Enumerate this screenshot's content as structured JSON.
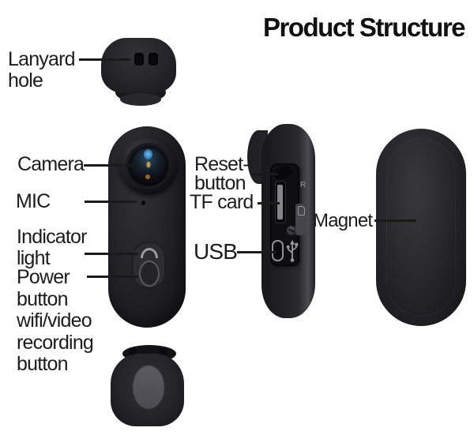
{
  "title": "Product Structure",
  "labels": {
    "lanyard": {
      "lines": [
        "Lanyard",
        "hole"
      ]
    },
    "camera": {
      "text": "Camera"
    },
    "mic": {
      "text": "MIC"
    },
    "indicator": {
      "lines": [
        "Indicator",
        "light"
      ]
    },
    "power": {
      "lines": [
        "Power",
        "button",
        "wifi/video",
        "recording",
        "button"
      ]
    },
    "reset": {
      "lines": [
        "Reset-",
        "button"
      ]
    },
    "tf_card": {
      "text": "TF card"
    },
    "usb": {
      "text": "USB"
    },
    "magnet": {
      "text": "Magnet"
    }
  },
  "device_markings": {
    "reset_letter": "R"
  },
  "icons": {
    "usb_port_symbol": "usb-trident-icon",
    "tf_card_symbol": "sd-card-icon",
    "screw": "screw-icon",
    "lens": "camera-lens-icon"
  },
  "colors": {
    "background": "#ffffff",
    "text": "#1c1c1c",
    "leader_line": "#1a1a1a",
    "device_body": "#232327",
    "lens_glow_blue": "#5fb0e8",
    "lens_speck_orange": "#9a6326",
    "magnet_pad_gray": "#515156"
  }
}
